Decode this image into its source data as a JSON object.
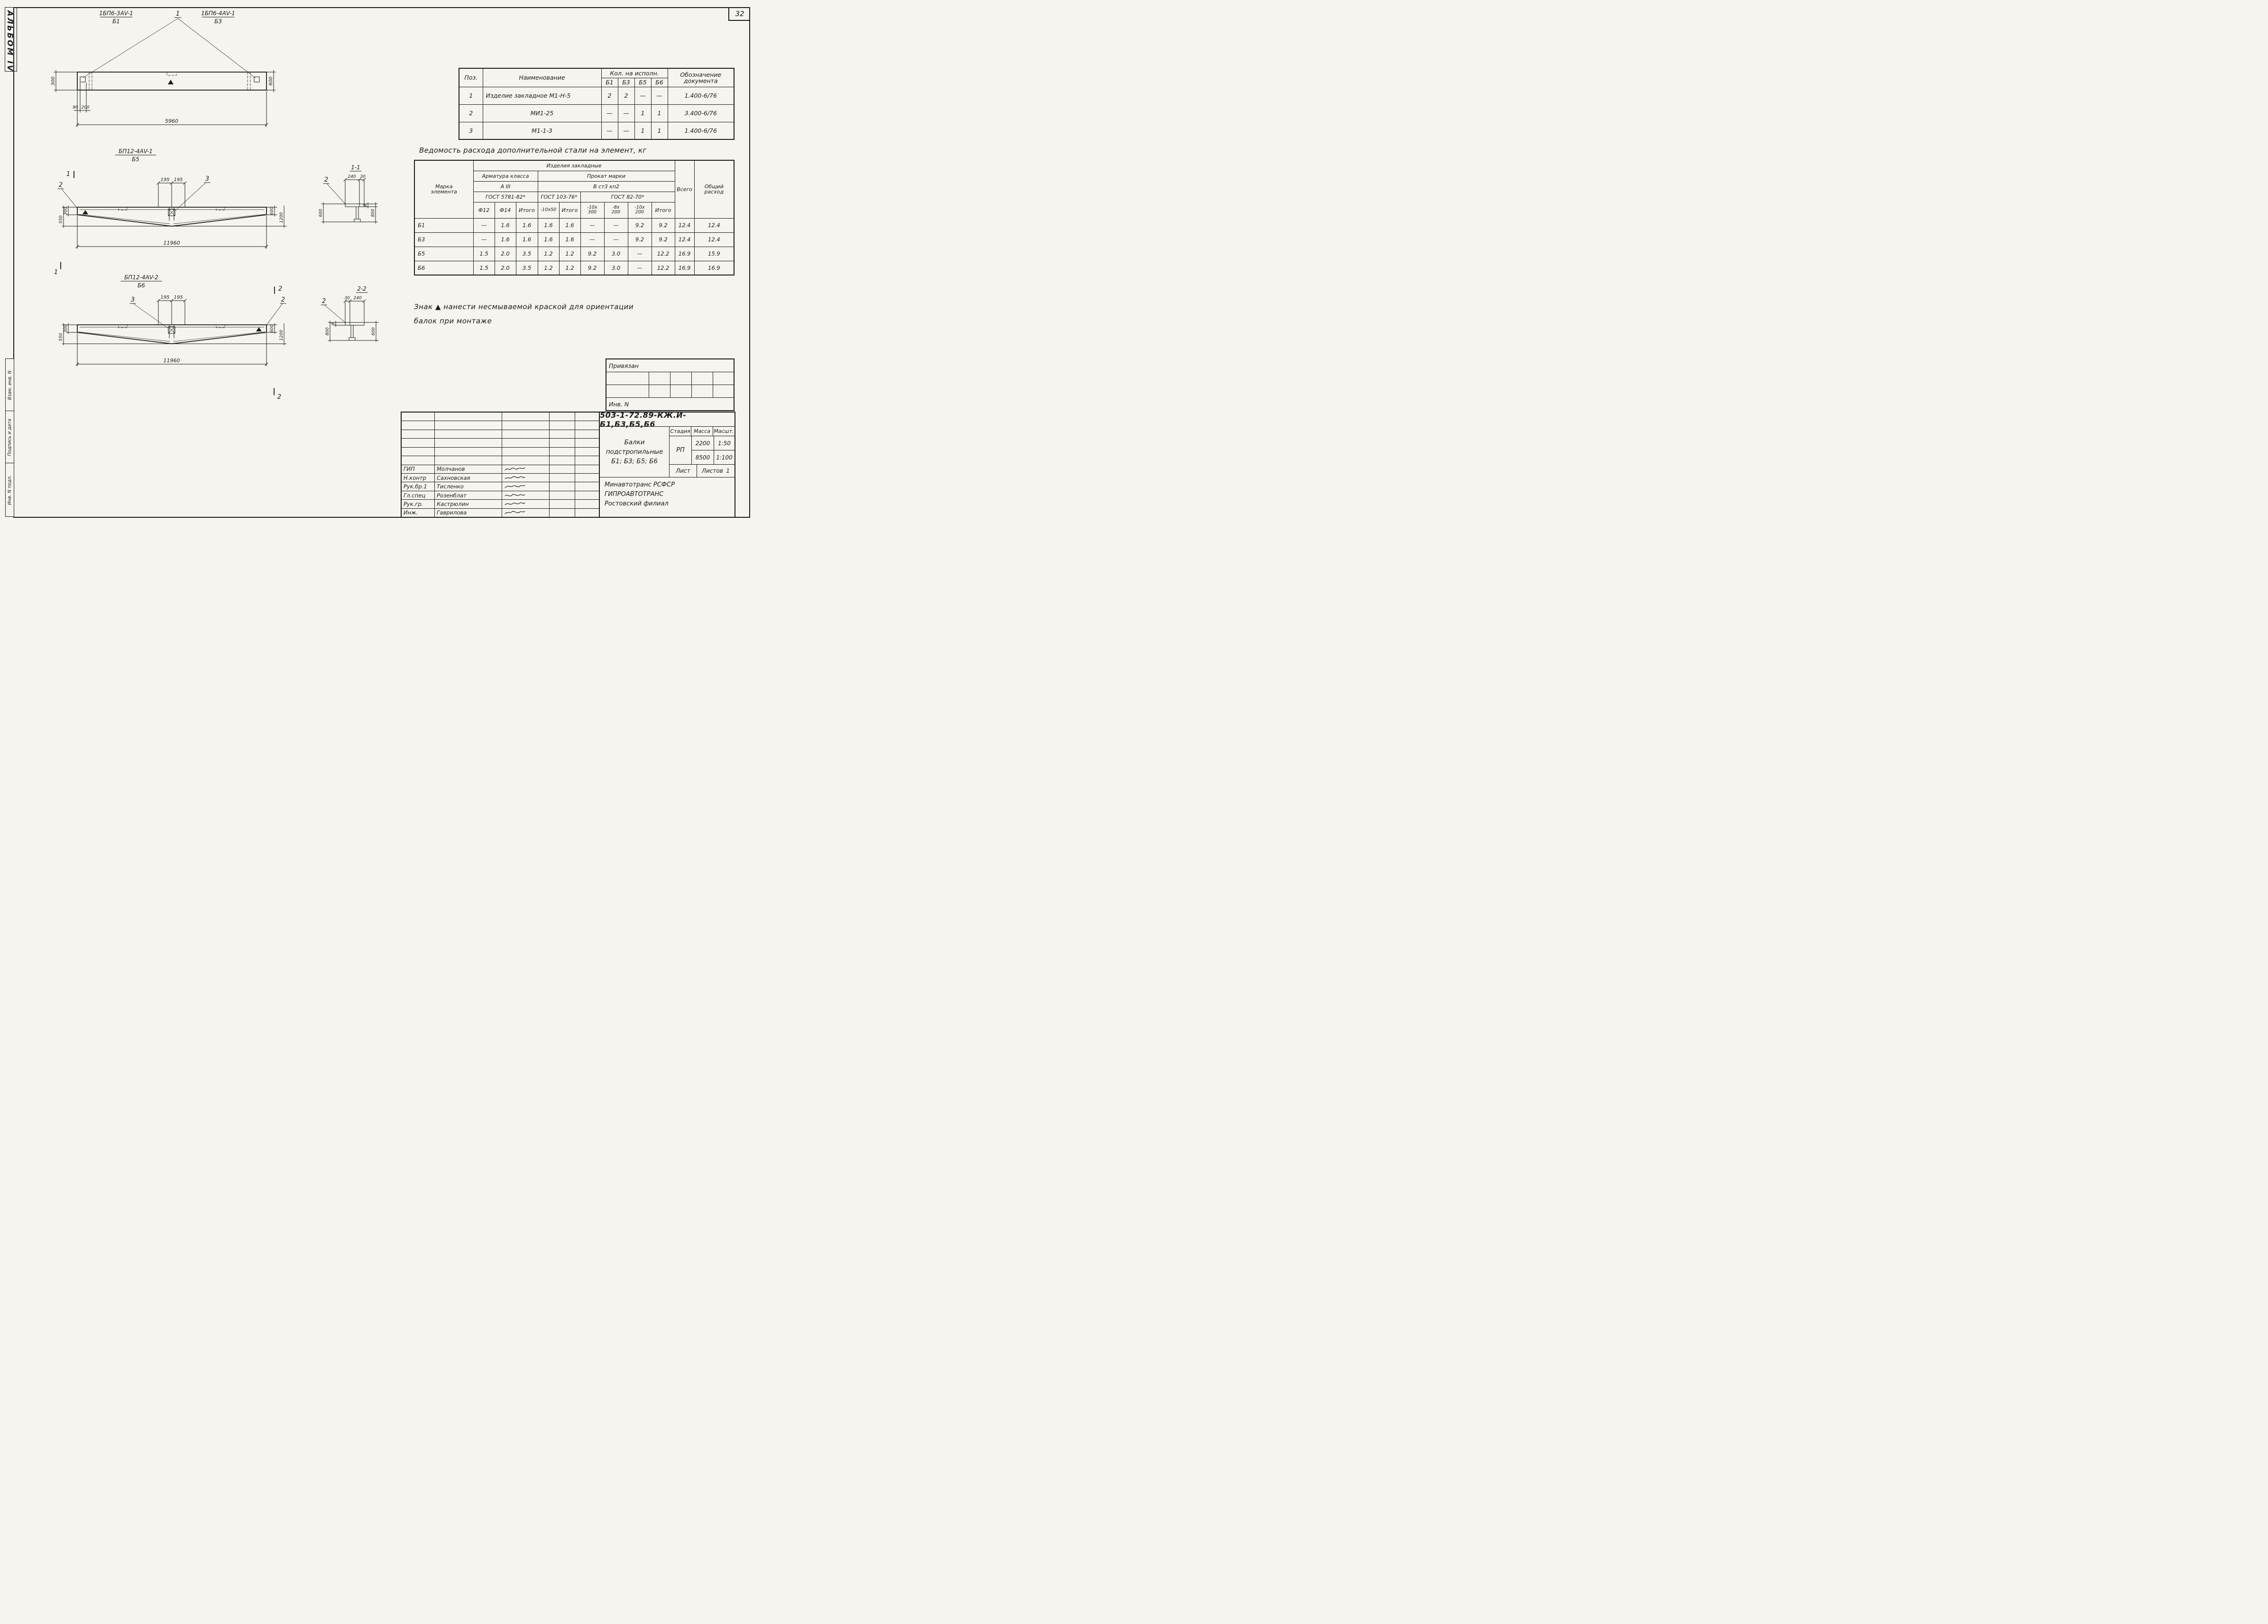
{
  "page": {
    "sheet_number": "32",
    "album_label": "АЛЬБОМ IV",
    "left_strip": {
      "box1": "Взам. инв. N",
      "box2": "Подпись и дата",
      "box3": "Инв. N подл."
    }
  },
  "drawing1": {
    "label_left_line1": "1БП6-3АV-1",
    "label_left_line2": "Б1",
    "callout": "1",
    "label_right_line1": "1БП6-4АV-1",
    "label_right_line2": "Б3",
    "dim_height_left": "300",
    "dim_height_right": "600",
    "dim_90": "90",
    "dim_200": "200",
    "dim_length": "5960"
  },
  "drawing2": {
    "title_line1": "БП12-4АV-1",
    "title_line2": "Б5",
    "dim_195_left": "195",
    "dim_195_right": "195",
    "callout_3": "3",
    "callout_2": "2",
    "section_mark": "1",
    "dim_left_top": "300",
    "dim_left_bottom": "550",
    "dim_right_inner": "600",
    "dim_right_outer": "1200",
    "dim_length": "11960"
  },
  "section11": {
    "title": "1-1",
    "dim_240": "240",
    "dim_30": "30",
    "callout_2": "2",
    "dim_600": "600",
    "dim_8": "8",
    "dim_800": "800"
  },
  "drawing3": {
    "title_line1": "БП12-4АV-2",
    "title_line2": "Б6",
    "dim_195_left": "195",
    "dim_195_right": "195",
    "callout_3": "3",
    "callout_2": "2",
    "section_mark": "2",
    "dim_left_top": "300",
    "dim_left_bottom": "550",
    "dim_right_inner": "600",
    "dim_right_outer": "1200",
    "dim_length": "11960"
  },
  "section22": {
    "title": "2-2",
    "dim_30": "30",
    "dim_240": "240",
    "callout_2": "2",
    "dim_800": "800",
    "dim_8": "8",
    "dim_600": "600"
  },
  "components_table": {
    "col_pos": "Поз.",
    "col_name": "Наименование",
    "col_qty": "Кол. на исполн.",
    "qty_cols": [
      "Б1",
      "Б3",
      "Б5",
      "Б6"
    ],
    "col_doc": "Обозначение\nдокумента",
    "rows": [
      {
        "pos": "1",
        "name": "Изделие закладное М1-Н-5",
        "q": [
          "2",
          "2",
          "—",
          "—"
        ],
        "doc": "1.400-6/76"
      },
      {
        "pos": "2",
        "name": "МИ1-25",
        "q": [
          "—",
          "—",
          "1",
          "1"
        ],
        "doc": "3.400-6/76"
      },
      {
        "pos": "3",
        "name": "М1-1-3",
        "q": [
          "—",
          "—",
          "1",
          "1"
        ],
        "doc": "1.400-6/76"
      }
    ]
  },
  "steel_table": {
    "title": "Ведомость расхода дополнительной стали на элемент, кг",
    "h_marka": "Марка\nэлемента",
    "h_group": "Изделия   закладные",
    "h_armatura": "Арматура класса",
    "h_aiii": "А III",
    "h_prokat": "Прокат   марки",
    "h_steel": "В ст3 кп2",
    "h_gost1": "ГОСТ 5781-82*",
    "h_gost2": "ГОСТ 103-76*",
    "h_gost3": "ГОСТ 82-70*",
    "h_vsego": "Всего",
    "h_obshy": "Общий\nрасход",
    "cols": [
      "Ф12",
      "Ф14",
      "Итого",
      "-10х50",
      "Итого",
      "-10х\n300",
      "-8х\n200",
      "-10х\n200",
      "Итого"
    ],
    "rows": [
      {
        "mark": "Б1",
        "v": [
          "—",
          "1.6",
          "1.6",
          "1.6",
          "1.6",
          "—",
          "—",
          "9.2",
          "9.2",
          "12.4",
          "12.4"
        ]
      },
      {
        "mark": "Б3",
        "v": [
          "—",
          "1.6",
          "1.6",
          "1.6",
          "1.6",
          "—",
          "—",
          "9.2",
          "9.2",
          "12.4",
          "12.4"
        ]
      },
      {
        "mark": "Б5",
        "v": [
          "1.5",
          "2.0",
          "3.5",
          "1.2",
          "1.2",
          "9.2",
          "3.0",
          "—",
          "12.2",
          "16.9",
          "15.9"
        ]
      },
      {
        "mark": "Б6",
        "v": [
          "1.5",
          "2.0",
          "3.5",
          "1.2",
          "1.2",
          "9.2",
          "3.0",
          "—",
          "12.2",
          "16.9",
          "16.9"
        ]
      }
    ]
  },
  "note": {
    "line1": "Знак ▲ нанести  несмываемой  краской  для  ориентации",
    "line2": "балок  при  монтаже"
  },
  "privyazan": {
    "title": "Привязан",
    "inv": "Инв. N"
  },
  "titleblock": {
    "doc_number": "503-1-72.89-КЖ.И-Б1,Б3,Б5,Б6",
    "title_line1": "Балки подстропильные",
    "title_line2": "Б1; Б3; Б5; Б6",
    "h_stage": "Стадия",
    "h_mass": "Масса",
    "h_scale": "Масшт.",
    "stage": "РП",
    "mass1": "2200",
    "mass2": "8500",
    "scale1": "1:50",
    "scale2": "1:100",
    "h_sheet": "Лист",
    "h_sheets": "Листов",
    "sheets_value": "1",
    "org_line1": "Минавтотранс РСФСР",
    "org_line2": "ГИПРОАВТОТРАНС",
    "org_line3": "Ростовский филиал",
    "signatures": [
      {
        "role": "ГИП",
        "name": "Молчанов"
      },
      {
        "role": "Н.контр",
        "name": "Сахновская"
      },
      {
        "role": "Рук.бр.1",
        "name": "Тисленко"
      },
      {
        "role": "Гл.спец",
        "name": "Розенблат"
      },
      {
        "role": "Рук.гр.",
        "name": "Кастрюлин"
      },
      {
        "role": "Инж.",
        "name": "Гаврилова"
      }
    ]
  }
}
